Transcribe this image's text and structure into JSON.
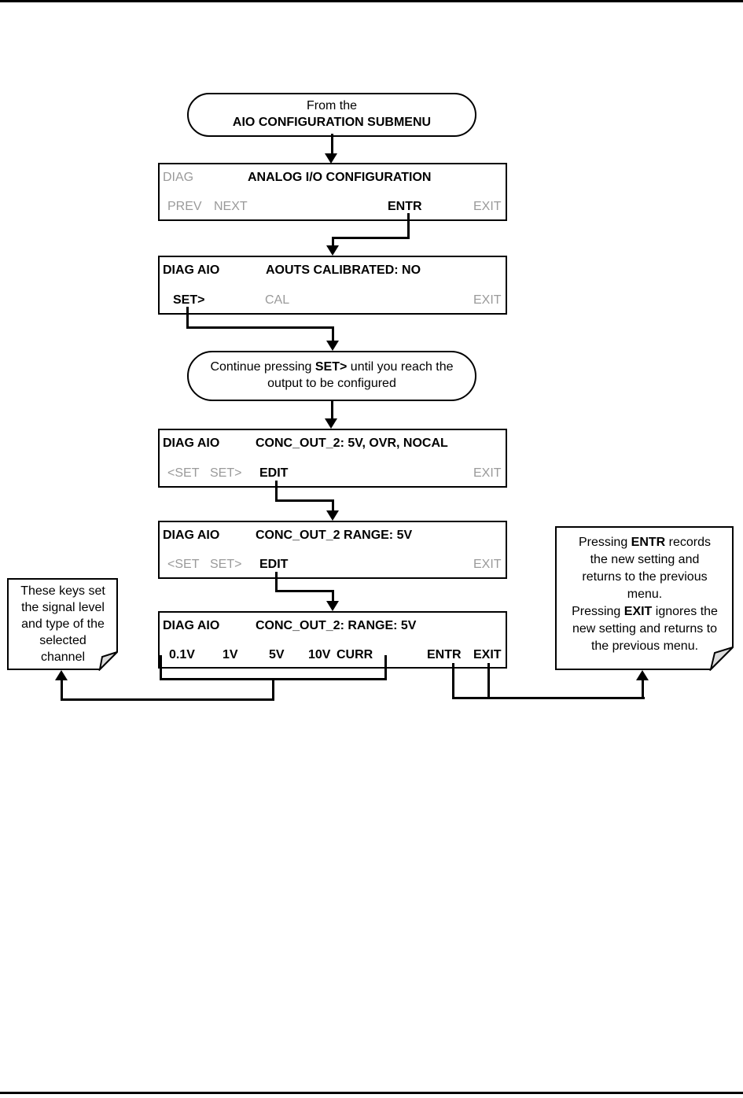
{
  "diagram": {
    "start": {
      "line1": "From the",
      "line2": "AIO CONFIGURATION SUBMENU"
    },
    "hint": {
      "pre": "Continue pressing ",
      "key": "SET>",
      "post": " until you reach the",
      "line2": "output to be configured"
    },
    "screens": [
      {
        "tag": "DIAG",
        "title": "ANALOG I/O CONFIGURATION",
        "keys": [
          {
            "label": "PREV"
          },
          {
            "label": "NEXT"
          },
          {
            "label": "ENTR"
          },
          {
            "label": "EXIT"
          }
        ]
      },
      {
        "tag": "DIAG AIO",
        "title": "AOUTS CALIBRATED: NO",
        "keys": [
          {
            "label": "SET>"
          },
          {
            "label": "CAL"
          },
          {
            "label": "EXIT"
          }
        ]
      },
      {
        "tag": "DIAG AIO",
        "title": "CONC_OUT_2: 5V, OVR, NOCAL",
        "keys": [
          {
            "label": "<SET"
          },
          {
            "label": "SET>"
          },
          {
            "label": "EDIT"
          },
          {
            "label": "EXIT"
          }
        ]
      },
      {
        "tag": "DIAG AIO",
        "title": "CONC_OUT_2 RANGE: 5V",
        "keys": [
          {
            "label": "<SET"
          },
          {
            "label": "SET>"
          },
          {
            "label": "EDIT"
          },
          {
            "label": "EXIT"
          }
        ]
      },
      {
        "tag": "DIAG AIO",
        "title": "CONC_OUT_2: RANGE: 5V",
        "keys": [
          {
            "label": "0.1V"
          },
          {
            "label": "1V"
          },
          {
            "label": "5V"
          },
          {
            "label": "10V"
          },
          {
            "label": "CURR"
          },
          {
            "label": "ENTR"
          },
          {
            "label": "EXIT"
          }
        ]
      }
    ],
    "note_left": {
      "lines": [
        "These keys set",
        "the signal level",
        "and type of the",
        "selected",
        "channel"
      ]
    },
    "note_right": {
      "line1_pre": "Pressing ",
      "line1_key": "ENTR",
      "line1_post": " records",
      "line2": "the new setting and",
      "line3": "returns to the previous",
      "line4": "menu.",
      "line5_pre": "Pressing ",
      "line5_key": "EXIT",
      "line5_post": " ignores the",
      "line6": "new setting and returns to",
      "line7": "the previous menu."
    },
    "colors": {
      "line": "#000000",
      "active_key": "#000000",
      "inactive_key": "#9a9a9a",
      "fold_fill": "#dcdcdc",
      "background": "#ffffff"
    }
  }
}
